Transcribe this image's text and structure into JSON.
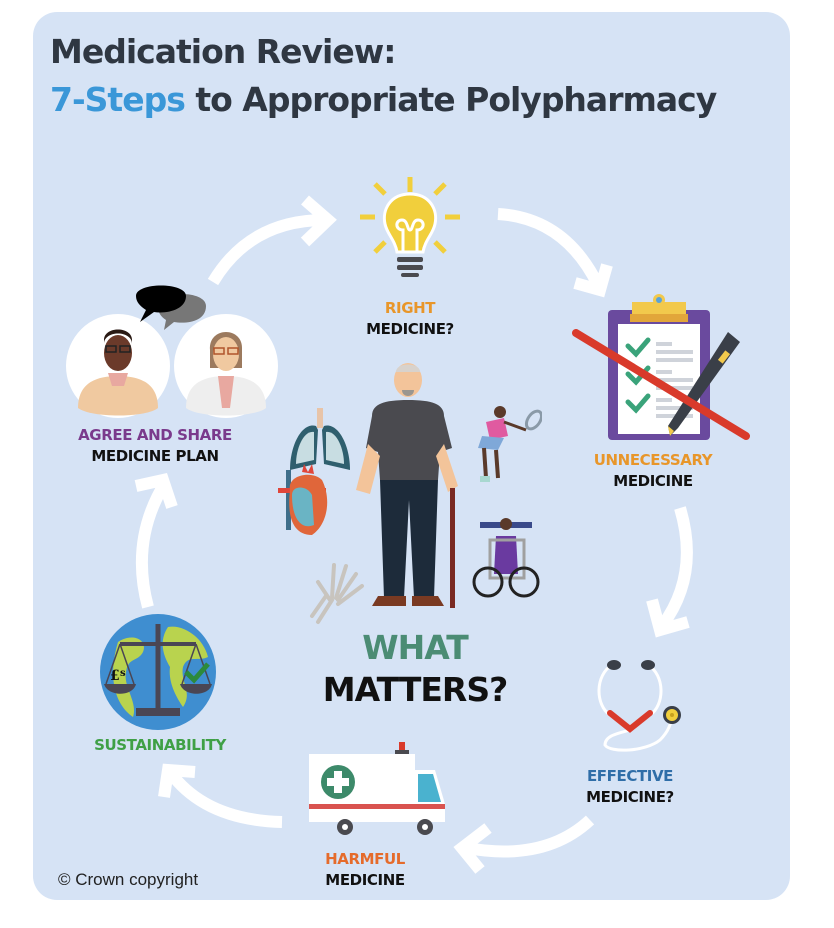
{
  "header": {
    "title_line1": "Medication Review:",
    "title_line2_accent": "7-Steps",
    "title_line2_rest": " to Appropriate Polypharmacy"
  },
  "steps": [
    {
      "id": "right",
      "line1": "RIGHT",
      "line2": "MEDICINE?",
      "icon": "lightbulb-icon",
      "color": "#e8962a"
    },
    {
      "id": "unnecessary",
      "line1": "UNNECESSARY",
      "line2": "MEDICINE",
      "icon": "crossed-clipboard-icon",
      "color": "#e8962a"
    },
    {
      "id": "effective",
      "line1": "EFFECTIVE",
      "line2": "MEDICINE?",
      "icon": "stethoscope-icon",
      "color": "#2f6ea8"
    },
    {
      "id": "harmful",
      "line1": "HARMFUL",
      "line2": "MEDICINE",
      "icon": "ambulance-icon",
      "color": "#e56b2b"
    },
    {
      "id": "sustainability",
      "line1": "SUSTAINABILITY",
      "line2": "",
      "icon": "globe-scales-icon",
      "color": "#3fa046"
    },
    {
      "id": "agree",
      "line1": "AGREE AND SHARE",
      "line2": "MEDICINE PLAN",
      "icon": "patient-clinician-conversation-icon",
      "color": "#7a3a8c"
    }
  ],
  "center": {
    "line1": "WHAT",
    "line2": "MATTERS?",
    "line1_color": "#4b8c74",
    "icons": [
      "elderly-man-with-cane-icon",
      "lungs-icon",
      "heart-icon",
      "hand-skeleton-icon",
      "tennis-player-icon",
      "wheelchair-weights-icon"
    ]
  },
  "footer": {
    "copyright": "© Crown copyright"
  },
  "colors": {
    "background": "#d6e3f5",
    "title": "#2f3742",
    "accent": "#3a97d8",
    "arrow": "#ffffff"
  }
}
